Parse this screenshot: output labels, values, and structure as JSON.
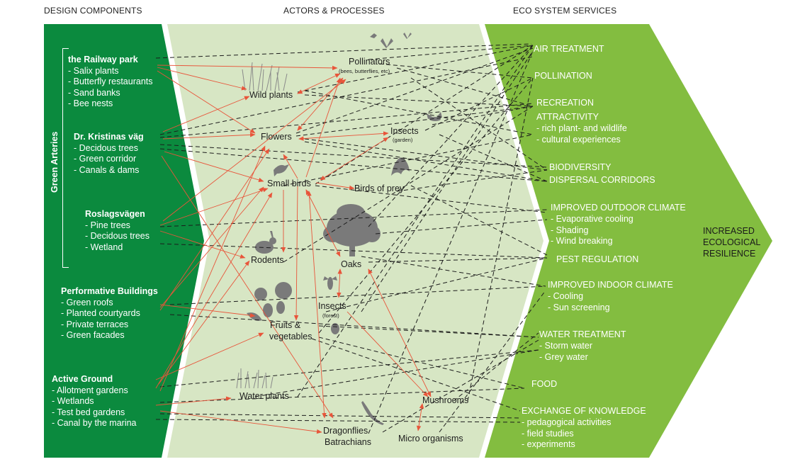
{
  "headers": {
    "design": "DESIGN COMPONENTS",
    "actors": "ACTORS & PROCESSES",
    "eco": "ECO SYSTEM SERVICES"
  },
  "colors": {
    "dark_green": "#0b8a3e",
    "light_green": "#d7e6c4",
    "bright_green": "#83bd40",
    "arrow_red": "#e8553a",
    "dash": "#1c1c1c"
  },
  "green_arteries": "Green Arteries",
  "design": {
    "railway": {
      "title": "the Railway park",
      "items": [
        "- Salix plants",
        "- Butterfly restaurants",
        "- Sand banks",
        "- Bee nests"
      ]
    },
    "kristinas": {
      "title": "Dr. Kristinas väg",
      "items": [
        "- Decidous trees",
        "- Green corridor",
        "- Canals & dams"
      ]
    },
    "roslags": {
      "title": "Roslagsvägen",
      "items": [
        "- Pine trees",
        "- Decidous trees",
        "- Wetland"
      ]
    },
    "buildings": {
      "title": "Performative Buildings",
      "items": [
        "- Green roofs",
        "- Planted courtyards",
        "- Private terraces",
        "- Green facades"
      ]
    },
    "ground": {
      "title": "Active Ground",
      "items": [
        "- Allotment gardens",
        "- Wetlands",
        "- Test bed gardens",
        "- Canal by the marina"
      ]
    }
  },
  "actors": {
    "pollinators": "Pollinators",
    "pollinators_sub": "(bees, butterflies, etc)",
    "wild_plants": "Wild plants",
    "flowers": "Flowers",
    "insects_garden": "Insects",
    "insects_garden_sub": "(garden)",
    "small_birds": "Small birds",
    "birds_of_prey": "Birds of prey",
    "rodents": "Rodents",
    "oaks": "Oaks",
    "insects_forest": "Insects",
    "insects_forest_sub": "(forest)",
    "fruits": "Fruits &",
    "vegetables": "vegetables",
    "water_plants": "Water plants",
    "mushrooms": "Mushrooms",
    "dragonflies": "Dragonflies",
    "batrachians": "Batrachians",
    "micro": "Micro organisms"
  },
  "eco": {
    "air": "AIR TREATMENT",
    "pollination": "POLLINATION",
    "recreation": "RECREATION",
    "attractivity": "ATTRACTIVITY",
    "attractivity_items": [
      "- rich plant- and wildlife",
      "- cultural experiences"
    ],
    "biodiversity": "BIODIVERSITY",
    "dispersal": "DISPERSAL CORRIDORS",
    "outdoor": "IMPROVED OUTDOOR CLIMATE",
    "outdoor_items": [
      "- Evaporative cooling",
      "- Shading",
      "- Wind breaking"
    ],
    "pest": "PEST REGULATION",
    "indoor": "IMPROVED INDOOR CLIMATE",
    "indoor_items": [
      "- Cooling",
      "- Sun screening"
    ],
    "water": "WATER TREATMENT",
    "water_items": [
      "- Storm water",
      "- Grey water"
    ],
    "food": "FOOD",
    "knowledge": "EXCHANGE OF KNOWLEDGE",
    "knowledge_items": [
      "- pedagogical activities",
      "- field studies",
      "- experiments"
    ]
  },
  "resilience": [
    "INCREASED",
    "ECOLOGICAL",
    "RESILIENCE"
  ],
  "icons": [
    "butterfly-icon",
    "grass-icon",
    "fly-icon",
    "bird-icon",
    "eagle-icon",
    "tree-icon",
    "rabbit-icon",
    "wasp-icon",
    "beetle-icon",
    "vegetables-icon",
    "fish-icon",
    "reeds-icon",
    "lizard-icon"
  ]
}
